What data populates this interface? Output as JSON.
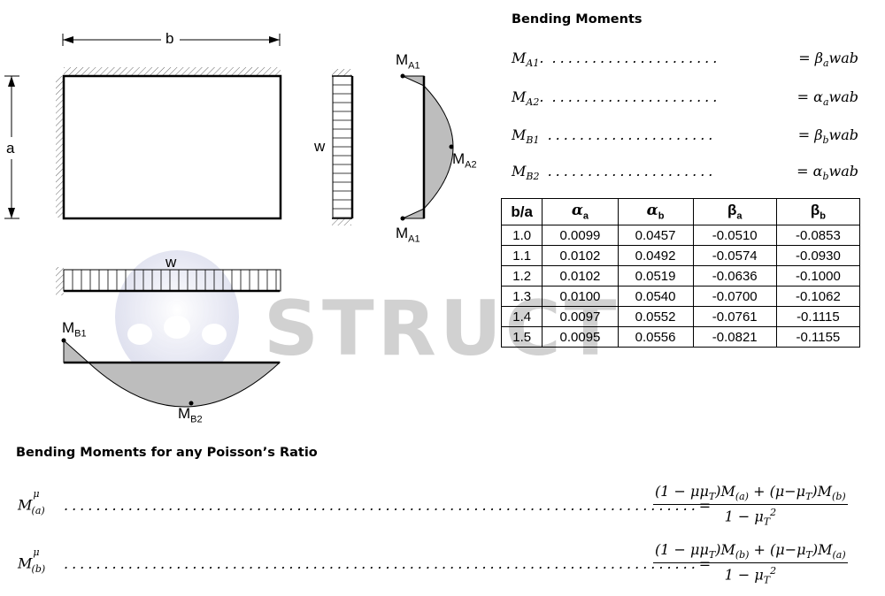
{
  "labels": {
    "b": "b",
    "a": "a",
    "w_left": "w",
    "w_beam": "w",
    "ma1_top": "M",
    "ma1_top_sub": "A1",
    "ma2": "M",
    "ma2_sub": "A2",
    "ma1_bot": "M",
    "ma1_bot_sub": "A1",
    "mb1": "M",
    "mb1_sub": "B1",
    "mb2": "M",
    "mb2_sub": "B2"
  },
  "watermark": {
    "text": "STRUCT"
  },
  "bending_moments": {
    "heading": "Bending Moments",
    "rows": [
      {
        "lhs": "M",
        "sub": "A1",
        "suffix": ".",
        "rhs_coef": "β",
        "rhs_sub": "a",
        "rhs_tail": "wab"
      },
      {
        "lhs": "M",
        "sub": "A2",
        "suffix": ".",
        "rhs_coef": "α",
        "rhs_sub": "a",
        "rhs_tail": "wab"
      },
      {
        "lhs": "M",
        "sub": "B1",
        "suffix": "",
        "rhs_coef": "β",
        "rhs_sub": "b",
        "rhs_tail": "wab"
      },
      {
        "lhs": "M",
        "sub": "B2",
        "suffix": "",
        "rhs_coef": "α",
        "rhs_sub": "b",
        "rhs_tail": "wab"
      }
    ]
  },
  "table": {
    "headers": [
      {
        "main": "b/a",
        "sub": ""
      },
      {
        "main": "α",
        "sub": "a"
      },
      {
        "main": "α",
        "sub": "b"
      },
      {
        "main": "β",
        "sub": "a"
      },
      {
        "main": "β",
        "sub": "b"
      }
    ],
    "rows": [
      [
        "1.0",
        "0.0099",
        "0.0457",
        "-0.0510",
        "-0.0853"
      ],
      [
        "1.1",
        "0.0102",
        "0.0492",
        "-0.0574",
        "-0.0930"
      ],
      [
        "1.2",
        "0.0102",
        "0.0519",
        "-0.0636",
        "-0.1000"
      ],
      [
        "1.3",
        "0.0100",
        "0.0540",
        "-0.0700",
        "-0.1062"
      ],
      [
        "1.4",
        "0.0097",
        "0.0552",
        "-0.0761",
        "-0.1115"
      ],
      [
        "1.5",
        "0.0095",
        "0.0556",
        "-0.0821",
        "-0.1155"
      ]
    ]
  },
  "poisson": {
    "heading": "Bending Moments for any Poisson’s Ratio",
    "eq1": {
      "lhs": "M",
      "lhs_sup": "μ",
      "lhs_sub": "(a)",
      "numerator": "(1 − μμ_T)M_(a) + (μ−μ_T)M_(b)",
      "denominator": "1 − μ_T^2"
    },
    "eq2": {
      "lhs": "M",
      "lhs_sup": "μ",
      "lhs_sub": "(b)",
      "numerator": "(1 − μμ_T)M_(b) + (μ−μ_T)M_(a)",
      "denominator": "1 − μ_T^2"
    }
  }
}
